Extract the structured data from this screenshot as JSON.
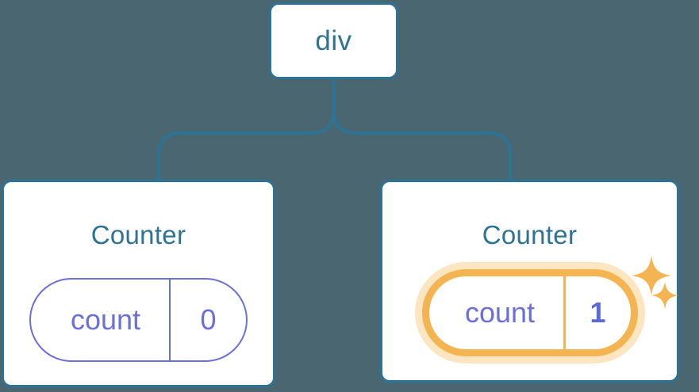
{
  "diagram": {
    "background_color": "#4a6671",
    "node_border_color": "#2d7396",
    "node_text_color": "#2d7396",
    "state_color": "#6b6fd8",
    "highlight_color": "#f5b452",
    "highlight_glow_color": "#fbdcab",
    "value_highlight_color": "#5b67dd"
  },
  "root": {
    "label": "div"
  },
  "children": [
    {
      "title": "Counter",
      "state": {
        "key": "count",
        "value": "0"
      },
      "highlighted": false
    },
    {
      "title": "Counter",
      "state": {
        "key": "count",
        "value": "1"
      },
      "highlighted": true
    }
  ],
  "icons": {
    "sparkle_large": "sparkle-icon",
    "sparkle_small": "sparkle-icon"
  }
}
